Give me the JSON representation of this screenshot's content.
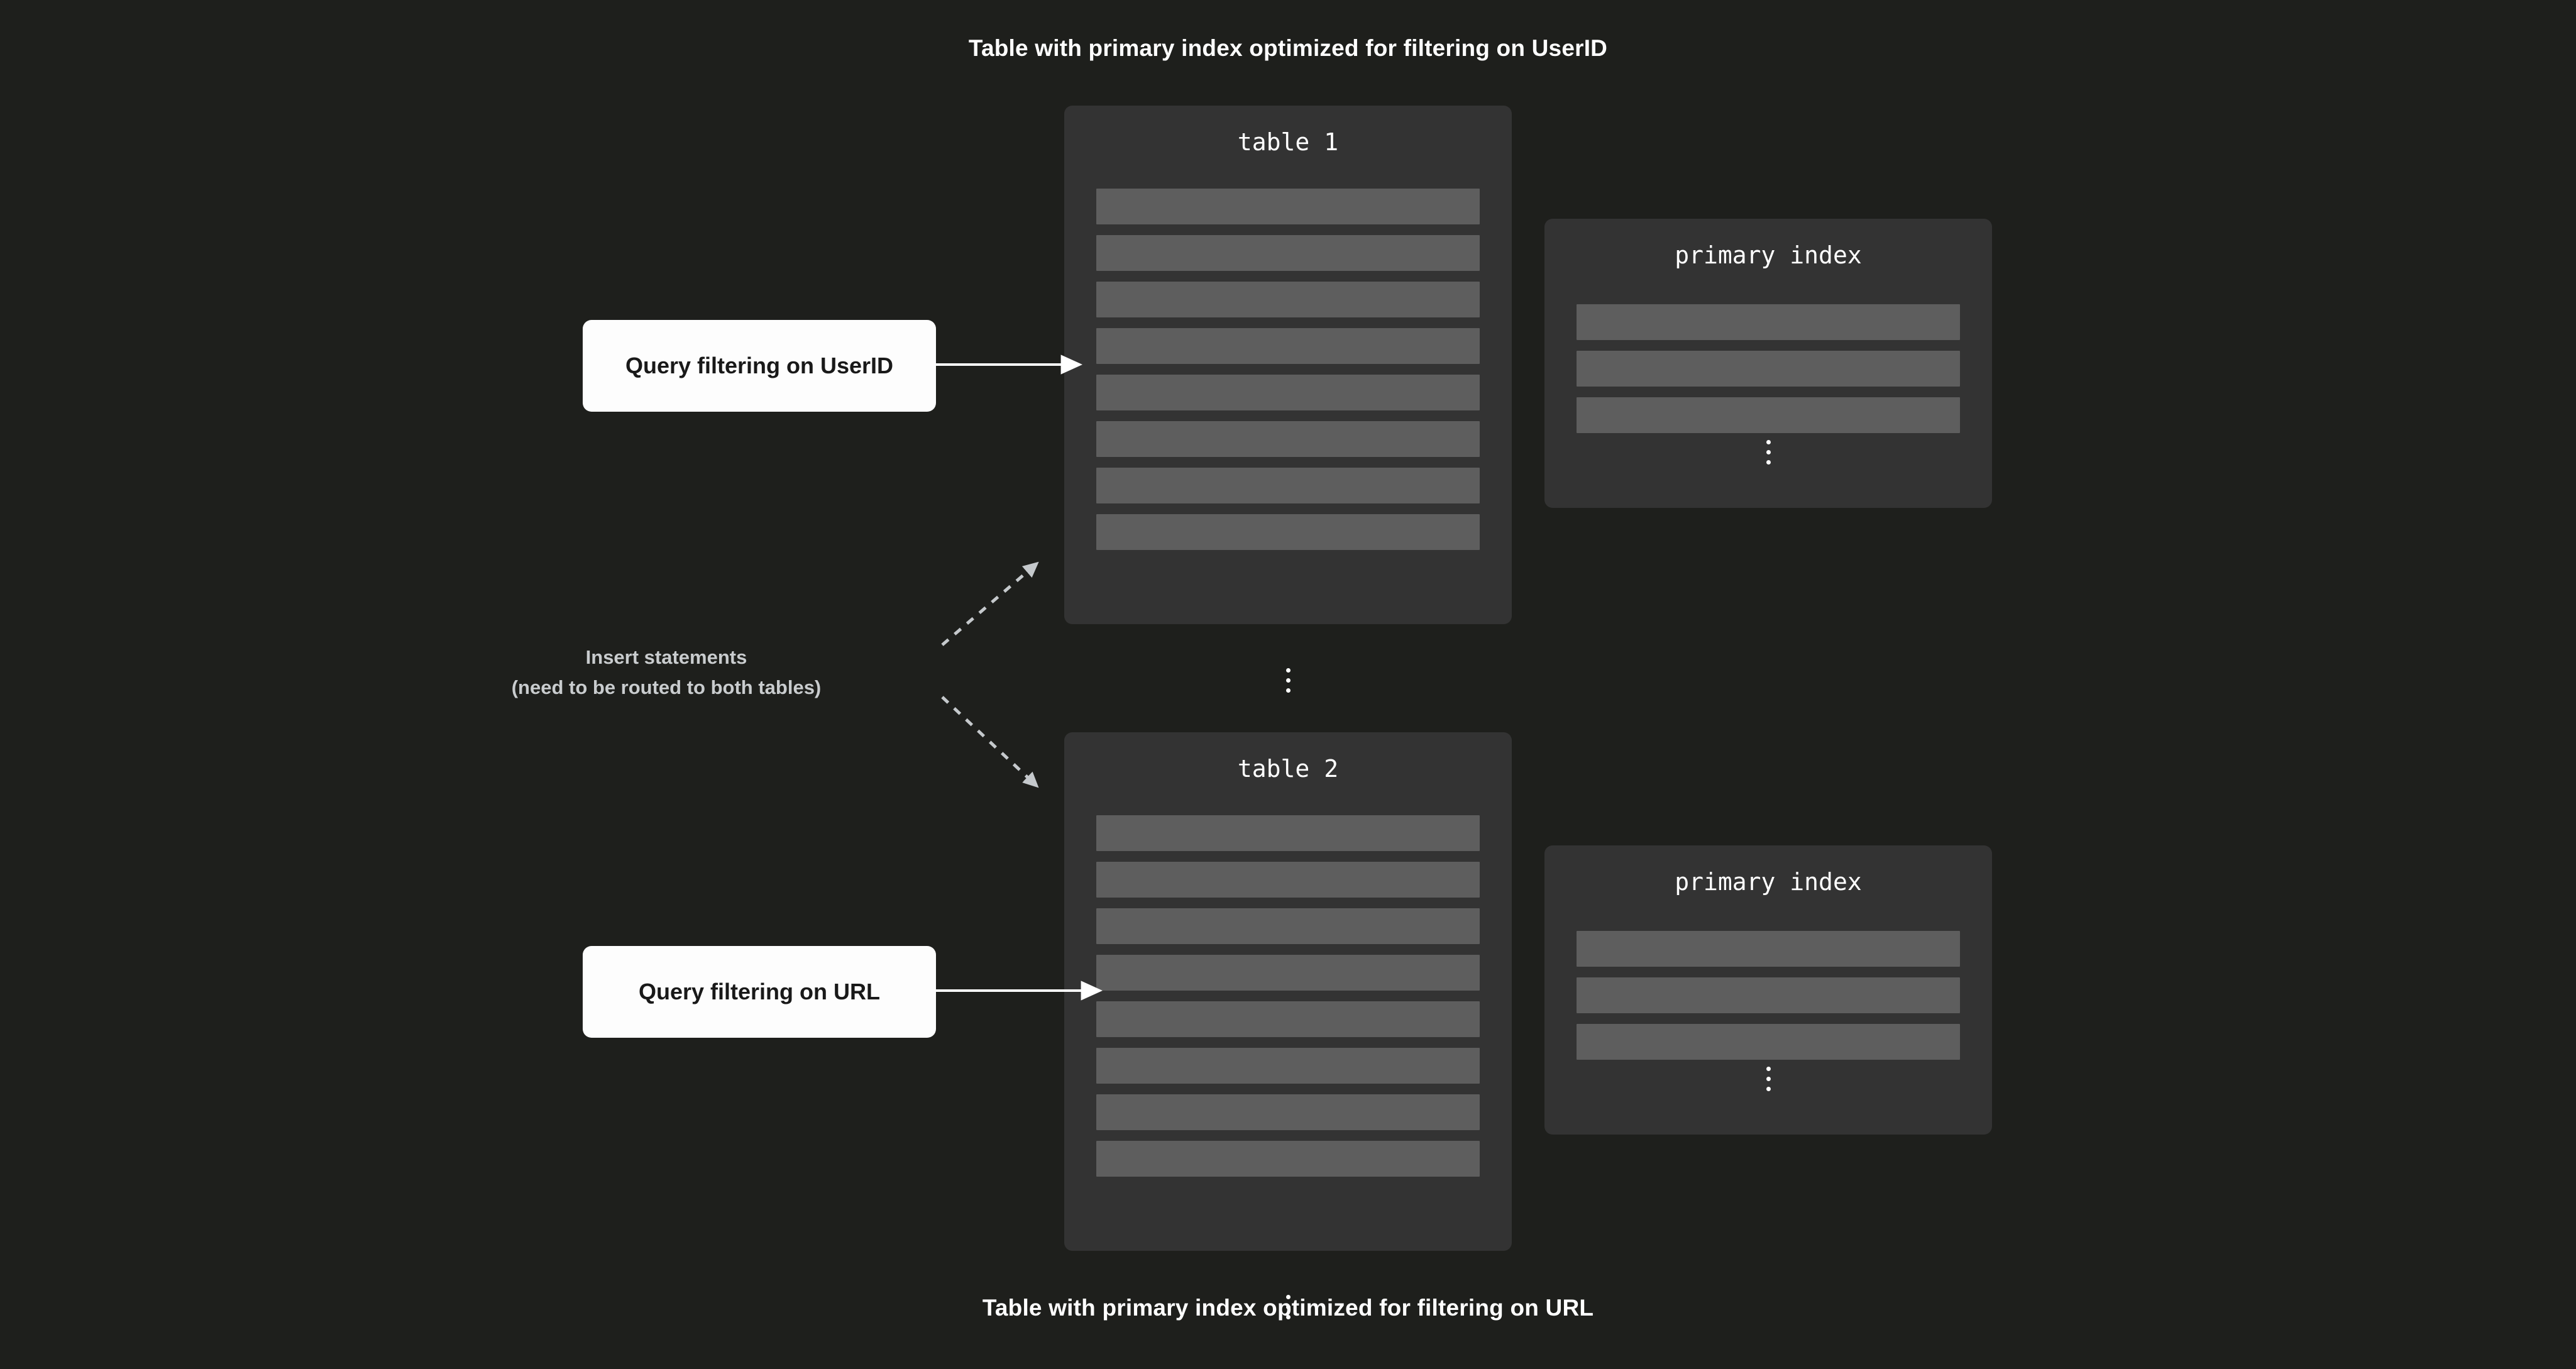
{
  "titles": {
    "top": "Table with primary index optimized for filtering on UserID",
    "bottom": "Table with primary index optimized for filtering on URL"
  },
  "tables": [
    {
      "id": "table-1",
      "title": "table 1",
      "row_count": 8,
      "has_ellipsis": true,
      "index": {
        "title": "primary index",
        "row_count": 3,
        "has_ellipsis": true
      }
    },
    {
      "id": "table-2",
      "title": "table 2",
      "row_count": 8,
      "has_ellipsis": true,
      "index": {
        "title": "primary index",
        "row_count": 3,
        "has_ellipsis": true
      }
    }
  ],
  "queries": [
    {
      "id": "query-userid",
      "label": "Query filtering on UserID",
      "target": "table 1"
    },
    {
      "id": "query-url",
      "label": "Query filtering on URL",
      "target": "table 2"
    }
  ],
  "insert_label": {
    "line1": "Insert statements",
    "line2": "(need to be routed to both tables)"
  },
  "colors": {
    "background": "#1e1f1c",
    "card": "#333333",
    "row": "#5e5e5e",
    "query_box": "#fdfdfd",
    "query_text": "#191919",
    "title_text": "#ffffff",
    "insert_text": "#c9ccce",
    "solid_arrow": "#ffffff",
    "dashed_arrow": "#c5c9cc"
  }
}
